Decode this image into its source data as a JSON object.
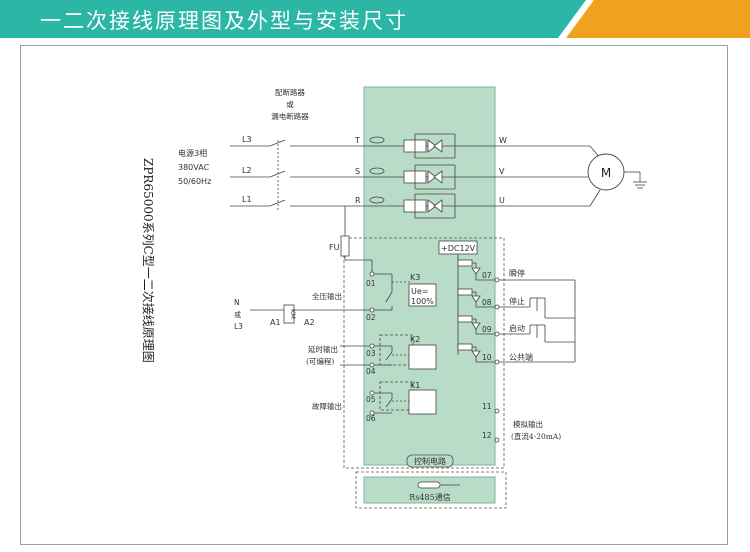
{
  "banner": {
    "title": "一二次接线原理图及外型与安装尺寸",
    "color_primary": "#2bb6a6",
    "color_accent": "#f2a11f"
  },
  "diagram": {
    "vertical_title": "ZPR65000系列C型一二次接线原理图",
    "breaker_label_1": "配断路器",
    "breaker_label_2": "或",
    "breaker_label_3": "漏电断路器",
    "supply_label_1": "电源3相",
    "supply_label_2": "380VAC",
    "supply_label_3": "50/60Hz",
    "line_l3": "L3",
    "line_l2": "L2",
    "line_l1": "L1",
    "term_t": "T",
    "term_s": "S",
    "term_r": "R",
    "term_w": "W",
    "term_v": "V",
    "term_u": "U",
    "motor": "M",
    "fuse": "FU",
    "dc_supply": "+DC12V",
    "k3": "K3",
    "k2": "K2",
    "k1": "K1",
    "ue_1": "Ue=",
    "ue_2": "100%",
    "km": "KM",
    "coil_a1": "A1",
    "coil_a2": "A2",
    "neutral_1": "N",
    "neutral_2": "或",
    "neutral_3": "L3",
    "full_voltage": "全压输出",
    "delay_1": "延时输出",
    "delay_2": "(可编程)",
    "fault": "故障输出",
    "t01": "01",
    "t02": "02",
    "t03": "03",
    "t04": "04",
    "t05": "05",
    "t06": "06",
    "t07": "07",
    "t08": "08",
    "t09": "09",
    "t10": "10",
    "t11": "11",
    "t12": "12",
    "instant_stop": "瞬停",
    "stop": "停止",
    "start": "启动",
    "common": "公共端",
    "analog_1": "模拟输出",
    "analog_2": "(直流4-20mA)",
    "control_circuit": "控制电路",
    "rs485": "Rs485通信",
    "panel_color": "#b8dcc8"
  }
}
